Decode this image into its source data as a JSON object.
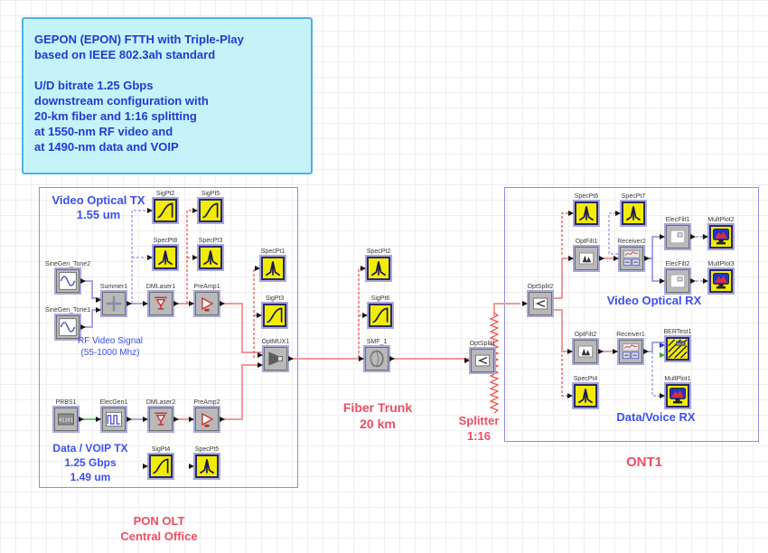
{
  "info_box": {
    "para1": "GEPON (EPON) FTTH with Triple-Play\nbased on IEEE 802.3ah standard",
    "para2": "U/D bitrate 1.25 Gbps\ndownstream configuration with\n20-km fiber and 1:16 splitting\nat 1550-nm RF video and\nat 1490-nm data and VOIP"
  },
  "labels": {
    "video_tx": "Video Optical TX\n1.55 um",
    "rf_video": "RF Video Signal\n(55-1000 Mhz)",
    "data_voip": "Data / VOIP TX\n1.25 Gbps\n1.49 um",
    "fiber_trunk": "Fiber Trunk\n20 km",
    "splitter": "Splitter\n1:16",
    "ont1": "ONT1",
    "pon_olt": "PON OLT\nCentral Office",
    "video_rx": "Video Optical RX",
    "data_voice_rx": "Data/Voice  RX"
  },
  "nodes": {
    "sigpt2": "SigPt2",
    "sigpt5": "SigPt5",
    "specpt8": "SpecPt8",
    "specpt3": "SpecPt3",
    "sinegen_tone2": "SineGen_Tone2",
    "sinegen_tone1": "SineGen_Tone1",
    "summer1": "Summer1",
    "dmlaser1": "DMLaser1",
    "preamp1": "PreAmp1",
    "prbs1": "PRBS1",
    "elecgen1": "ElecGen1",
    "dmlaser2": "DMLaser2",
    "preamp2": "PreAmp2",
    "sigpt4": "SigPt4",
    "specpt5": "SpecPt5",
    "specpt1": "SpecPt1",
    "sigpt3": "SigPt3",
    "optmux1": "OptMUX1",
    "specpt2": "SpecPt2",
    "sigpt6": "SigPt6",
    "smf_1": "SMF_1",
    "optsplit1": "OptSplit1",
    "optsplit2": "OptSplit2",
    "specpt6": "SpecPt6",
    "specpt7": "SpecPt7",
    "optfilt1": "OptFilt1",
    "receiver2": "Receiver2",
    "elecfilt1": "ElecFilt1",
    "multplot2": "MultPlot2",
    "elecfilt2": "ElecFilt2",
    "multplot3": "MultPlot3",
    "optfilt2": "OptFilt2",
    "receiver1": "Receiver1",
    "bertest1": "BERTest1",
    "specpt4": "SpecPt4",
    "multplot1": "MultPlot1"
  },
  "colors": {
    "info_text": "#1e3cd2",
    "info_bg": "#c6f2fa",
    "info_border": "#4fb2e2",
    "red_label": "#ea4f63",
    "blue_label": "#3c50f0",
    "wire_red": "#f49898",
    "wire_red_dash": "#f04848",
    "wire_blue": "#8a8ae0",
    "wire_green": "#2eb82e",
    "block_yellow": "#f2ec00",
    "block_gray": "#b9b9b9"
  }
}
